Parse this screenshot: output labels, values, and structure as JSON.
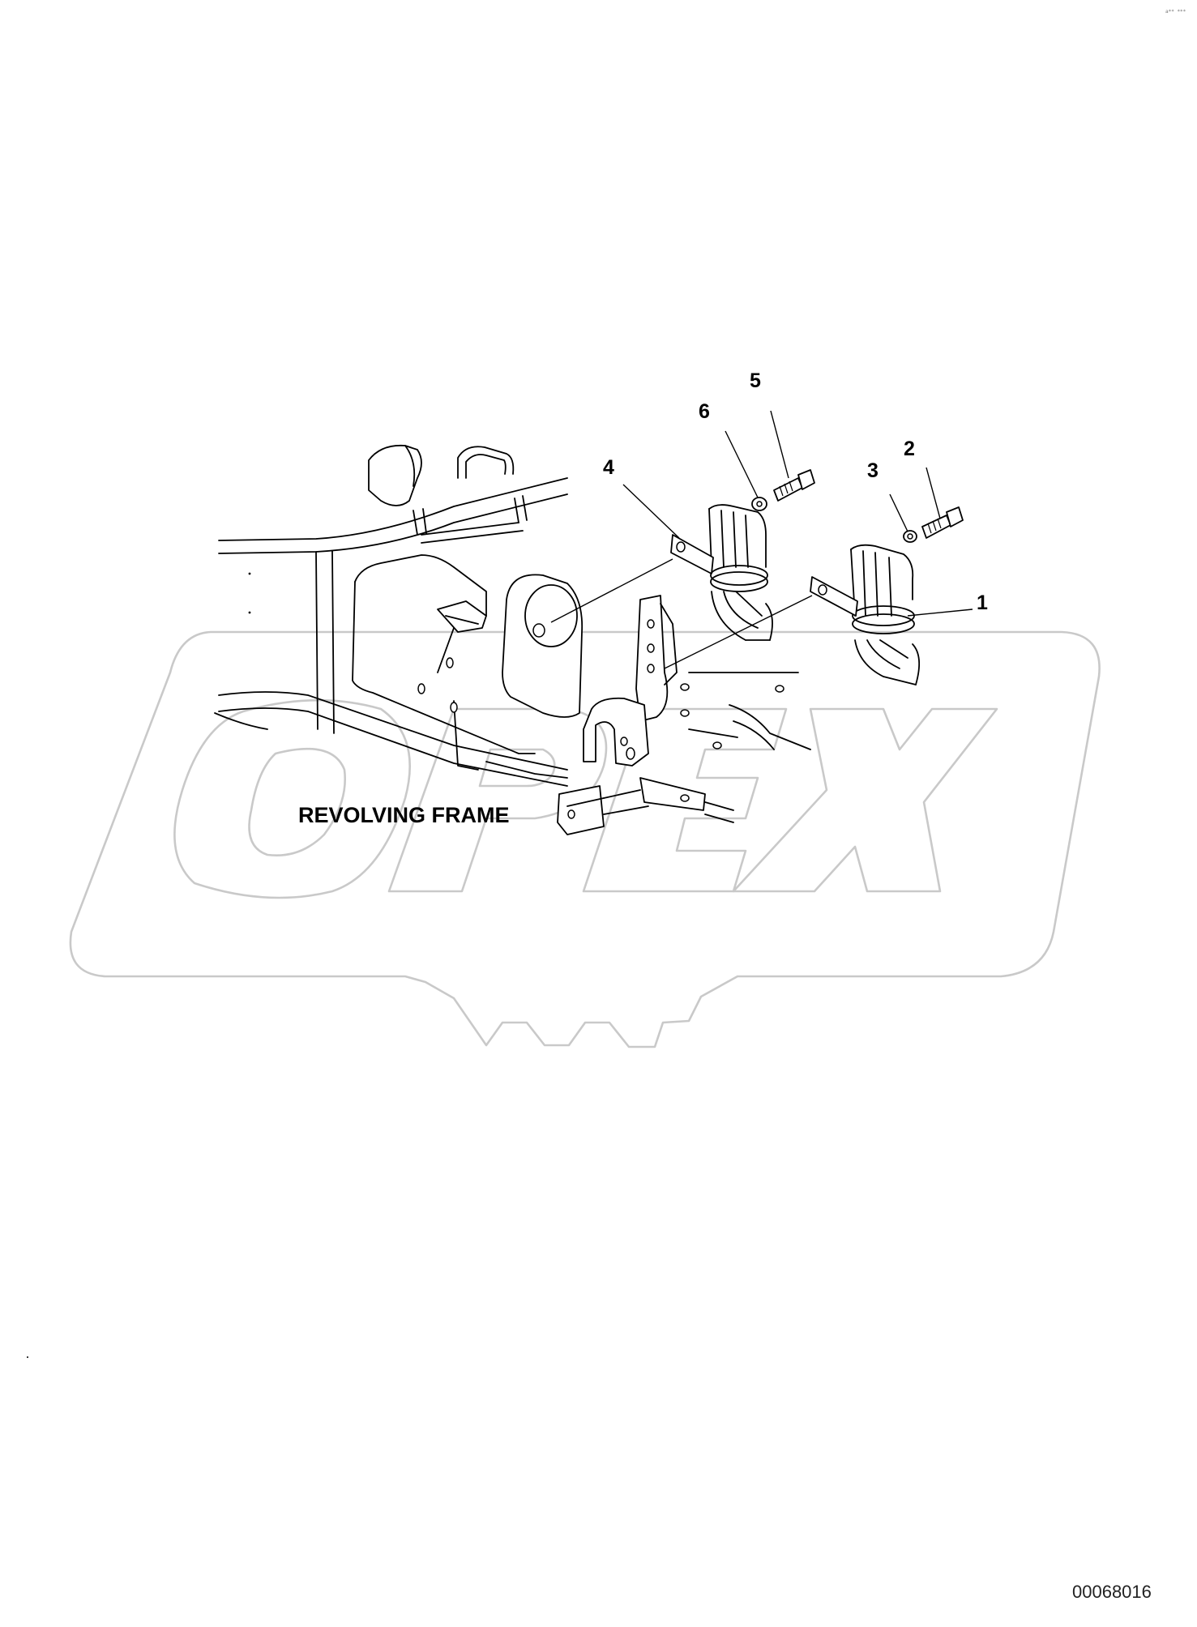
{
  "watermark_text": "OPEX",
  "frame_label": "REVOLVING FRAME",
  "drawing_number": "00068016",
  "corner_mark": "a** ***",
  "callouts": [
    "1",
    "2",
    "3",
    "4",
    "5",
    "6"
  ]
}
